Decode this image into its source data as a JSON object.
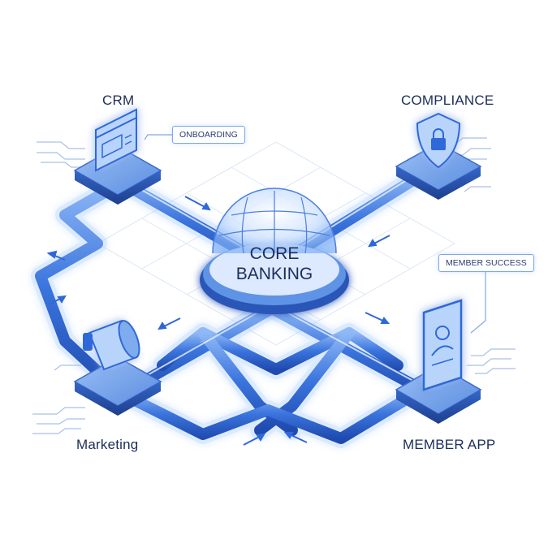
{
  "diagram": {
    "center": {
      "line1": "CORE",
      "line2": "BANKING"
    },
    "nodes": {
      "crm": {
        "label": "CRM",
        "icon": "browser-window-icon"
      },
      "compliance": {
        "label": "COMPLIANCE",
        "icon": "shield-lock-icon"
      },
      "marketing": {
        "label": "Marketing",
        "icon": "megaphone-icon"
      },
      "member_app": {
        "label": "MEMBER APP",
        "icon": "smartphone-icon"
      }
    },
    "callouts": {
      "onboarding": "ONBOARDING",
      "member_success": "MEMBER SUCCESS"
    },
    "colors": {
      "pipe": "#2f68d8",
      "pipe_glow": "#9cc6ff",
      "platform_top": "#6f9fe8",
      "platform_side": "#2a4fa8",
      "text": "#1c2e5a",
      "grid": "#d9e4f3"
    }
  }
}
